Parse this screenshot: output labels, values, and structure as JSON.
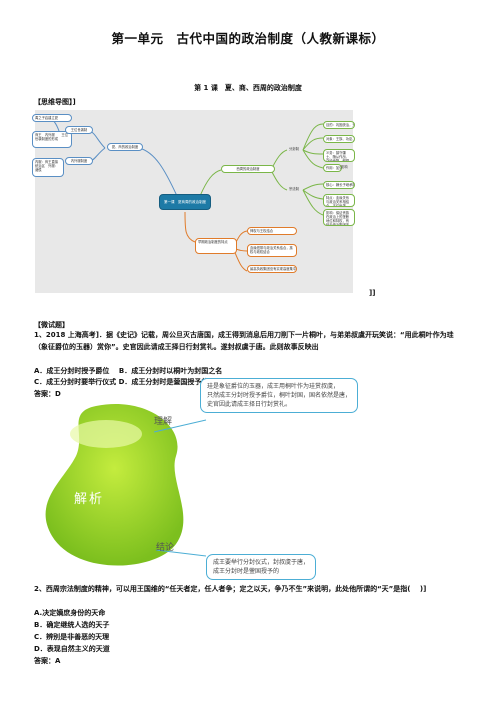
{
  "header": {
    "unit_title": "第一单元　古代中国的政治制度（人教新课标）",
    "lesson_title": "第 1 课　夏、商、西周的政治制度",
    "mindmap_label": "【思维导图】]",
    "mindmap_end": "]]",
    "practice_label": "【微试题】"
  },
  "mindmap": {
    "center": "第一课　夏商周的政治制度",
    "branch1": "夏、商的政治制度",
    "branch1_child1": "王位世袭制",
    "branch1_child2": "内外服制度",
    "branch1_leaf1": "禹之子启建立夏",
    "branch1_leaf2": "商王　内外服　　王位世袭制度的形成",
    "branch1_leaf3": "内服：商王直接统治区　外服：诸侯",
    "branch2": "西周的政治制度",
    "branch2_child1": "分封制",
    "branch2_child2": "宗法制",
    "branch2_leaf1": "目的：巩固统治，开发边疆",
    "branch2_leaf2": "对象：王族、功臣、先代贵族",
    "branch2_leaf3": "义务：镇守疆土、随从作战、交纳贡物、朝觐述职",
    "branch2_leaf4": "作用：加强了统治",
    "branch2_leaf5": "影响",
    "branch2_leaf6": "核心：嫡长子继承制保证贵族特权",
    "branch2_leaf7": "特点：血缘关系与政治关系相结合　王位世袭　族权与政权结合",
    "branch2_leaf8": "影响：保证贵族在政治上的垄断地位和特权，有利于统治集团内部的稳定和团结",
    "branch3": "早期政治制度的特点",
    "branch3_leaf1": "神权与王权结合",
    "branch3_leaf2": "血缘纽带与政治关系结合，族权与政权结合",
    "branch3_leaf3": "最高执政集团没有实现高度集中"
  },
  "q1": {
    "stem": "1、2018 上海高考]．据《史记》记载，周公旦灭古唐国，成王得到消息后用刀削下一片桐叶，与弟弟叔虞开玩笑说：“用此桐叶作为珪（象征爵位的玉器）赏你”。史官因此请成王择日行封赏礼。遂封叔虞于唐。此则故事反映出",
    "option_ab": "A．成王分封时授予爵位　 B．成王分封时以桐叶为封国之名",
    "option_cd": "C．成王分封时要举行仪式 D．成王分封时是蓥国授予的",
    "answer": "答案：D"
  },
  "analysis": {
    "core": "解析",
    "tag1": "理解",
    "tag2": "结论",
    "box1_line1": "珪是象征爵位的玉器，成王用桐叶作为珪赏叔虞，",
    "box1_line2": "只然成王分封时授予爵位，桐叶封国，国名依然是唐，",
    "box1_line3": "史官因此请成王择日行封赏礼。",
    "box2_line1": "成王要举行分封仪式，封叔虞于唐，",
    "box2_line2": "成王分封时是蓥国授予的"
  },
  "q2": {
    "stem": "2、西周宗法制度的精神，可以用王国维的“任天者定，任人者争；定之以天，争乃不生”来说明，此处他所谓的“天”是指(　 )]",
    "option_a": "A.决定嫡庶身份的天命",
    "option_b": "B．确定继统人选的天子",
    "option_c": "C．辨别是非善恶的天理",
    "option_d": "D．表现自然主义的天道",
    "answer": "答案：A"
  },
  "colors": {
    "center": "#1d7aa6",
    "branch_green": "#7ab648",
    "branch_orange": "#e07b2a",
    "branch_blue": "#5a8fc4",
    "analysis_green": "#9ad12f",
    "analysis_box": "#4caed5"
  }
}
